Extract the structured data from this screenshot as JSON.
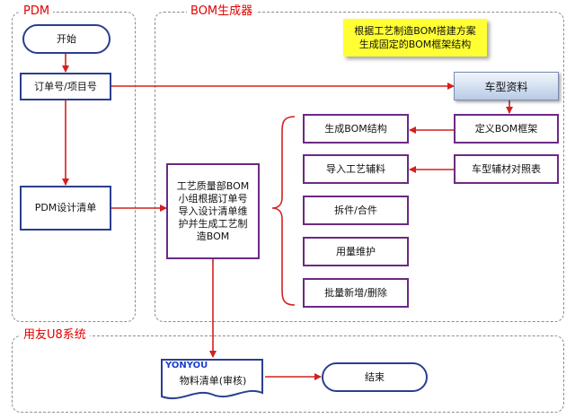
{
  "regions": {
    "pdm": "PDM",
    "bom_generator": "BOM生成器",
    "u8": "用友U8系统"
  },
  "nodes": {
    "start": "开始",
    "order_number": "订单号/项目号",
    "pdm_design_list": "PDM设计清单",
    "process_group_lines": [
      "工艺质量部BOM",
      "小组根据订单号",
      "导入设计清单维",
      "护并生成工艺制",
      "造BOM"
    ],
    "vehicle_data": "车型资料",
    "define_bom_frame": "定义BOM框架",
    "vehicle_material_table": "车型辅材对照表",
    "generate_bom_structure": "生成BOM结构",
    "import_process_materials": "导入工艺辅料",
    "split_merge": "拆件/合件",
    "usage_maintenance": "用量维护",
    "batch_add_delete": "批量新增/删除",
    "material_list_brand": "YONYOU",
    "material_list": "物料清单(审核)",
    "end": "结束"
  },
  "note": {
    "lines": [
      "根据工艺制造BOM搭建方案",
      "生成固定的BOM框架结构"
    ]
  },
  "colors": {
    "arrow": "#d42020",
    "region_title": "#e00000",
    "box_border_blue": "#2a3f8f",
    "box_border_purple": "#6a2a83",
    "note_fill": "#ffff33",
    "brand_blue": "#1a3fd0"
  }
}
